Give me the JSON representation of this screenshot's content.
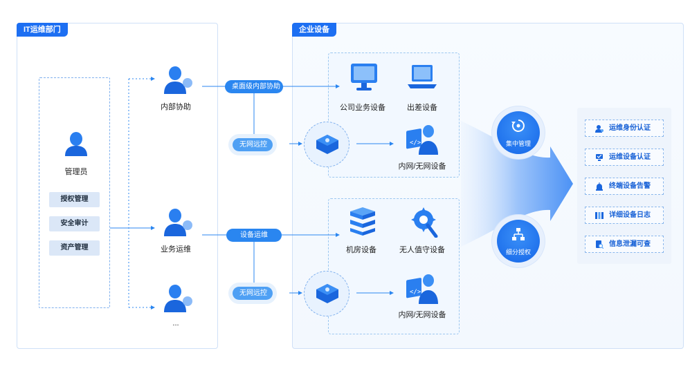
{
  "left_panel": {
    "tag": "IT运维部门"
  },
  "right_panel": {
    "tag": "企业设备"
  },
  "admin": {
    "label": "管理员",
    "functions": [
      "授权管理",
      "安全审计",
      "资产管理"
    ]
  },
  "roles": [
    {
      "label": "内部协助"
    },
    {
      "label": "业务运维"
    },
    {
      "label": "..."
    }
  ],
  "channels": {
    "desktop": "桌面级内部协助",
    "remote_1": "无网远控",
    "ops": "设备运维",
    "remote_2": "无网远控"
  },
  "devices": {
    "company": "公司业务设备",
    "travel": "出差设备",
    "intranet_1": "内网/无网设备",
    "server_room": "机房设备",
    "unattended": "无人值守设备",
    "intranet_2": "内网/无网设备"
  },
  "hubs": {
    "central": "集中管理",
    "auth": "细分授权"
  },
  "features": [
    {
      "label": "运维身份认证",
      "icon": "user-check-icon"
    },
    {
      "label": "运维设备认证",
      "icon": "device-check-icon"
    },
    {
      "label": "终端设备告警",
      "icon": "alarm-icon"
    },
    {
      "label": "详细设备日志",
      "icon": "log-icon"
    },
    {
      "label": "信息泄漏可查",
      "icon": "doc-search-icon"
    }
  ],
  "colors": {
    "primary": "#1d6ff2",
    "accent": "#2a86f0",
    "border": "#cfe0f7"
  }
}
